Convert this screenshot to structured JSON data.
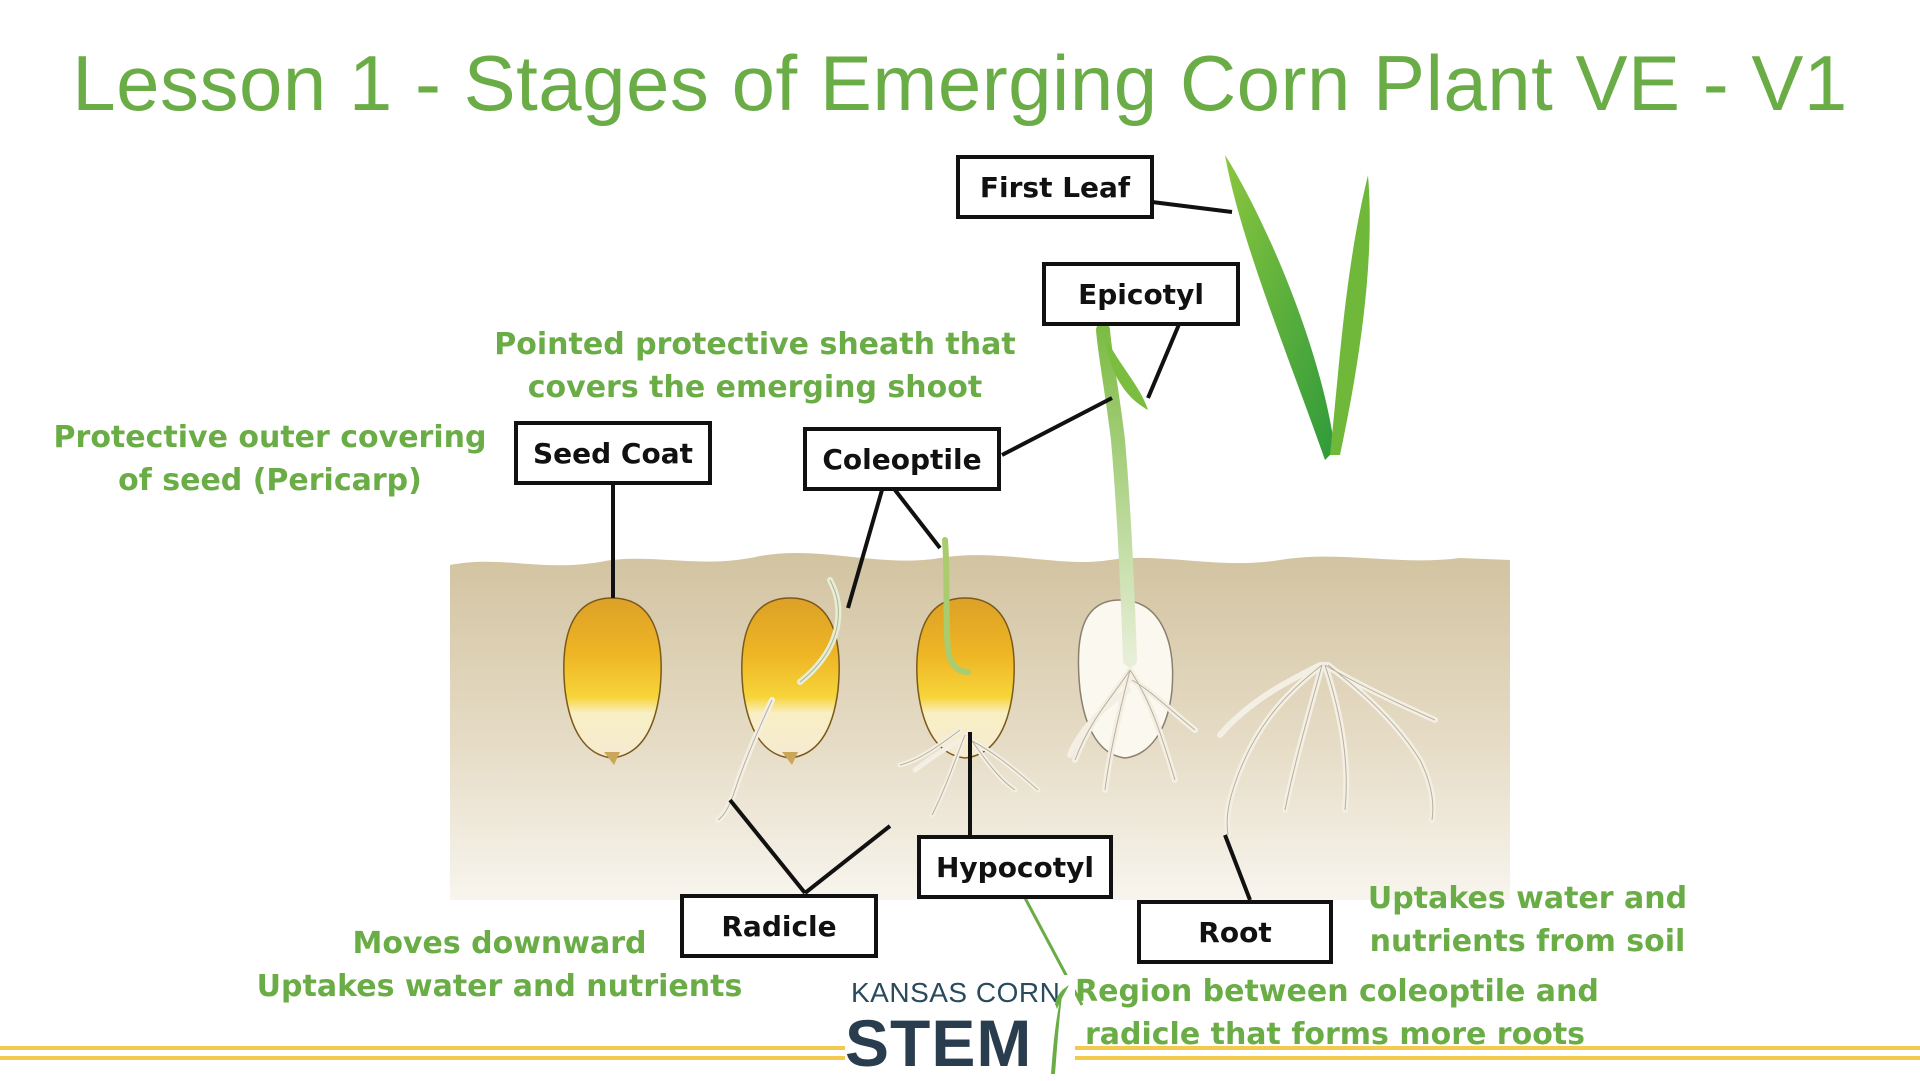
{
  "title": "Lesson 1 - Stages of Emerging Corn Plant VE - V1",
  "labels": {
    "first_leaf": "First Leaf",
    "epicotyl": "Epicotyl",
    "seed_coat": "Seed Coat",
    "coleoptile": "Coleoptile",
    "hypocotyl": "Hypocotyl",
    "radicle": "Radicle",
    "root": "Root"
  },
  "notes": {
    "coleoptile_desc": [
      "Pointed protective sheath that",
      "covers the emerging shoot"
    ],
    "seed_coat_desc": [
      "Protective outer covering",
      "of seed (Pericarp)"
    ],
    "radicle_desc": [
      "Moves downward",
      "Uptakes water and nutrients"
    ],
    "root_desc": [
      "Uptakes water and",
      "nutrients from soil"
    ],
    "hypocotyl_desc": [
      "Region between coleoptile and",
      "radicle that forms more roots"
    ]
  },
  "logo": {
    "top_text": "KANSAS CORN",
    "main_text": "STEM"
  },
  "colors": {
    "accent_green": "#6aac45",
    "soil": "#d5c7a6",
    "kernel_gold": "#e3a82a",
    "footer_stripe": "#f3c94e",
    "label_border": "#111111"
  }
}
